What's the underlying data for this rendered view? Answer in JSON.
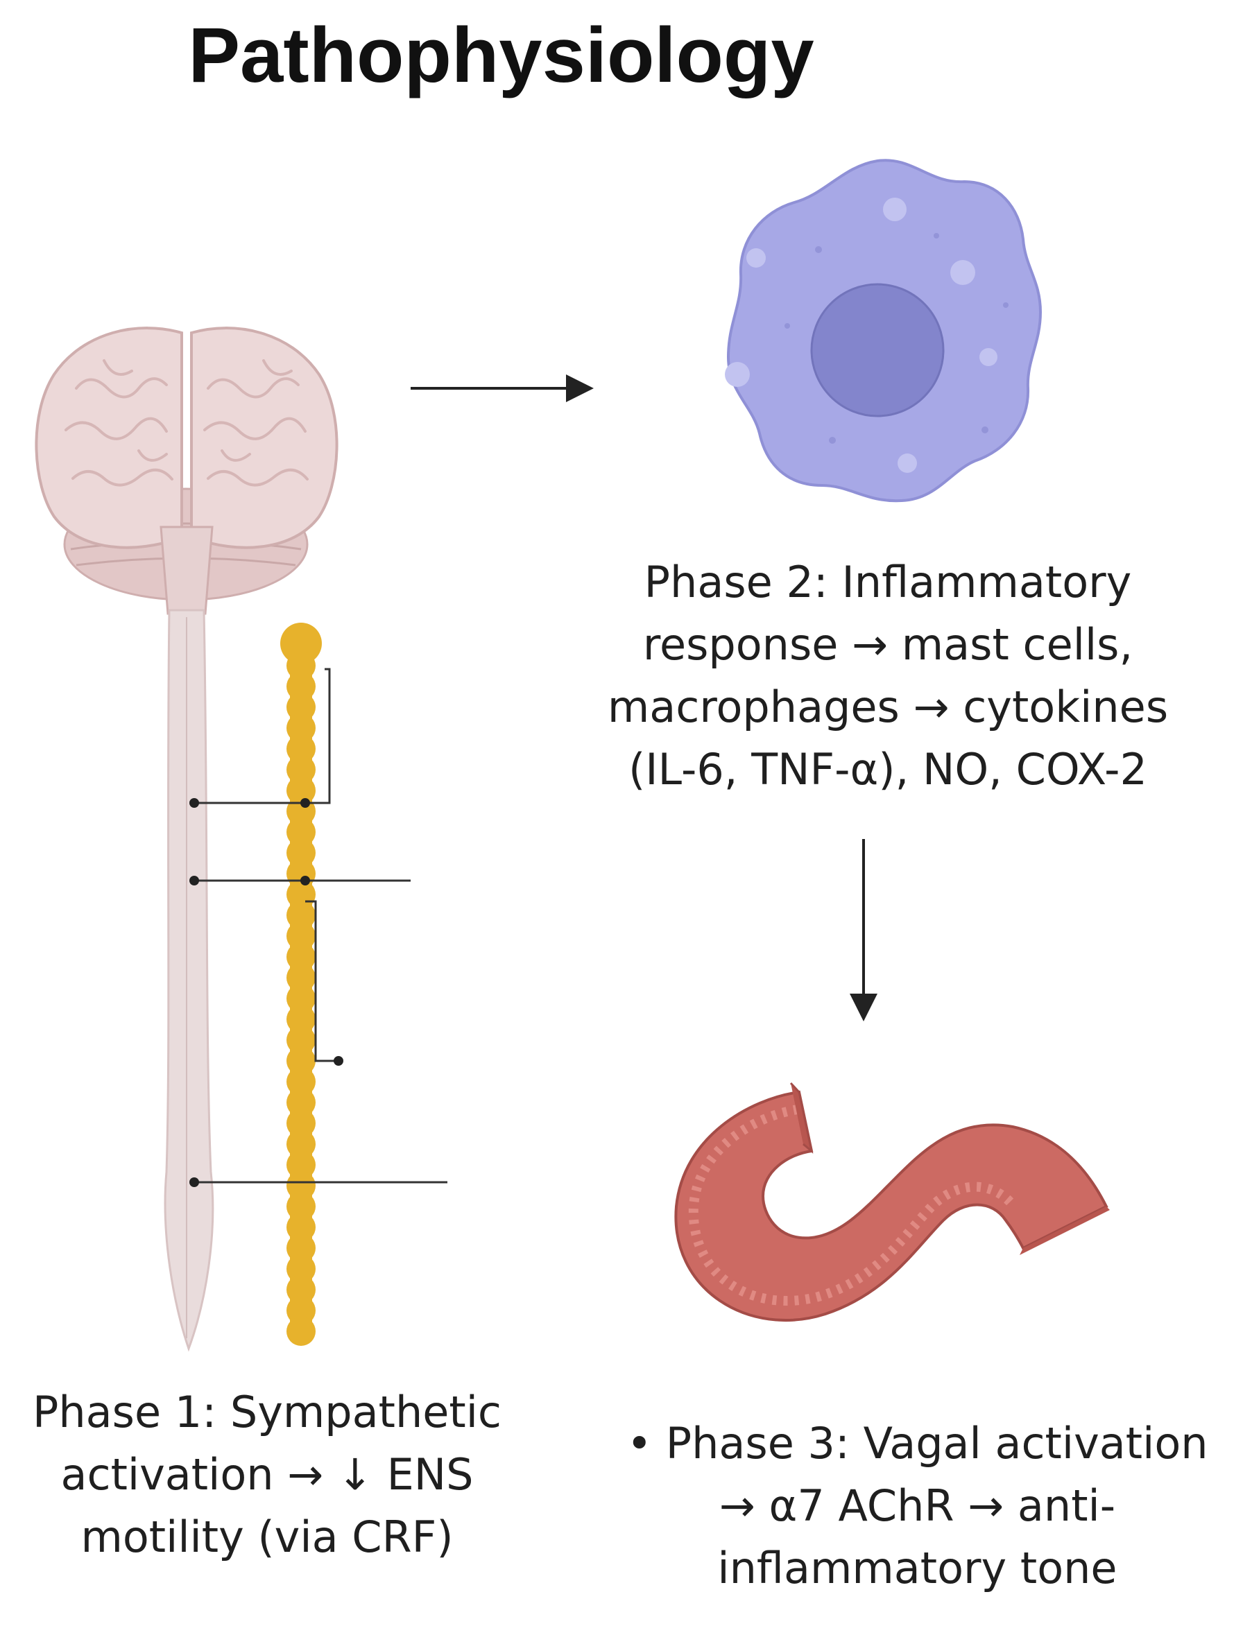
{
  "title": "Pathophysiology",
  "phase1": {
    "lines": [
      "Phase 1: Sympathetic",
      "activation → ↓ ENS",
      "motility (via CRF)"
    ]
  },
  "phase2": {
    "lines": [
      "Phase 2: Inflammatory",
      "response → mast cells,",
      "macrophages → cytokines",
      "(IL-6, TNF-α), NO, COX-2"
    ]
  },
  "phase3": {
    "lines": [
      "• Phase 3: Vagal activation",
      "→ α7 AChR → anti-",
      "inflammatory tone"
    ]
  },
  "colors": {
    "brain": "#e9d3d3",
    "brain_outline": "#cfaeae",
    "spinal_cord": "#e6d6d6",
    "sympathetic_chain": "#e7b22c",
    "cell_body": "#a7a8e6",
    "cell_nucleus": "#8385cc",
    "intestine": "#cc6a63",
    "intestine_outline": "#a44c47",
    "arrow": "#222222"
  },
  "icons": {
    "brain": "brain-icon",
    "spinal_cord": "spinal-cord-icon",
    "sympathetic_chain": "sympathetic-chain-icon",
    "immune_cell": "macrophage-cell-icon",
    "intestine": "intestine-icon"
  }
}
